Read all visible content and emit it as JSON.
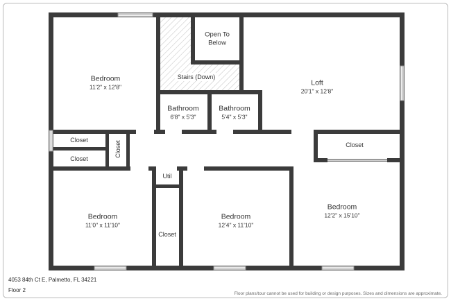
{
  "meta": {
    "address": "4053 84th Ct E, Palmetto, FL 34221",
    "floor_label": "Floor 2",
    "disclaimer": "Floor plans/tour cannot be used for building or design purposes. Sizes and dimensions are approximate."
  },
  "colors": {
    "wall": "#3b3b3b",
    "text": "#333333",
    "hatch": "#c4c4c4",
    "frame_border": "#b8b8b8"
  },
  "rooms": {
    "bedroom_top_left": {
      "name": "Bedroom",
      "dims": "11'2\" x 12'8\""
    },
    "loft": {
      "name": "Loft",
      "dims": "20'1\" x 12'8\""
    },
    "bathroom_left": {
      "name": "Bathroom",
      "dims": "6'8\" x 5'3\""
    },
    "bathroom_right": {
      "name": "Bathroom",
      "dims": "5'4\" x 5'3\""
    },
    "bedroom_bottom_left": {
      "name": "Bedroom",
      "dims": "11'0\" x 11'10\""
    },
    "bedroom_bottom_center": {
      "name": "Bedroom",
      "dims": "12'4\" x 11'10\""
    },
    "bedroom_bottom_right": {
      "name": "Bedroom",
      "dims": "12'2\" x 15'10\""
    },
    "open_to_below": {
      "line1": "Open To",
      "line2": "Below"
    },
    "stairs": {
      "label": "Stairs (Down)"
    },
    "closet_left_upper": {
      "label": "Closet"
    },
    "closet_left_lower": {
      "label": "Closet"
    },
    "closet_left_vertical": {
      "label": "Closet"
    },
    "closet_right": {
      "label": "Closet"
    },
    "closet_bottom": {
      "label": "Closet"
    },
    "util": {
      "label": "Util"
    }
  }
}
